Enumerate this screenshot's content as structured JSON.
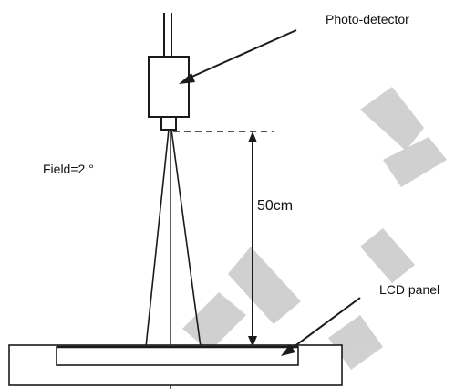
{
  "diagram": {
    "labels": {
      "photo_detector": "Photo-detector",
      "field": "Field=2 °",
      "distance": "50cm",
      "lcd_panel": "LCD panel"
    },
    "colors": {
      "line": "#1a1a1a",
      "watermark": "#d9d9d9",
      "background": "#ffffff"
    }
  }
}
